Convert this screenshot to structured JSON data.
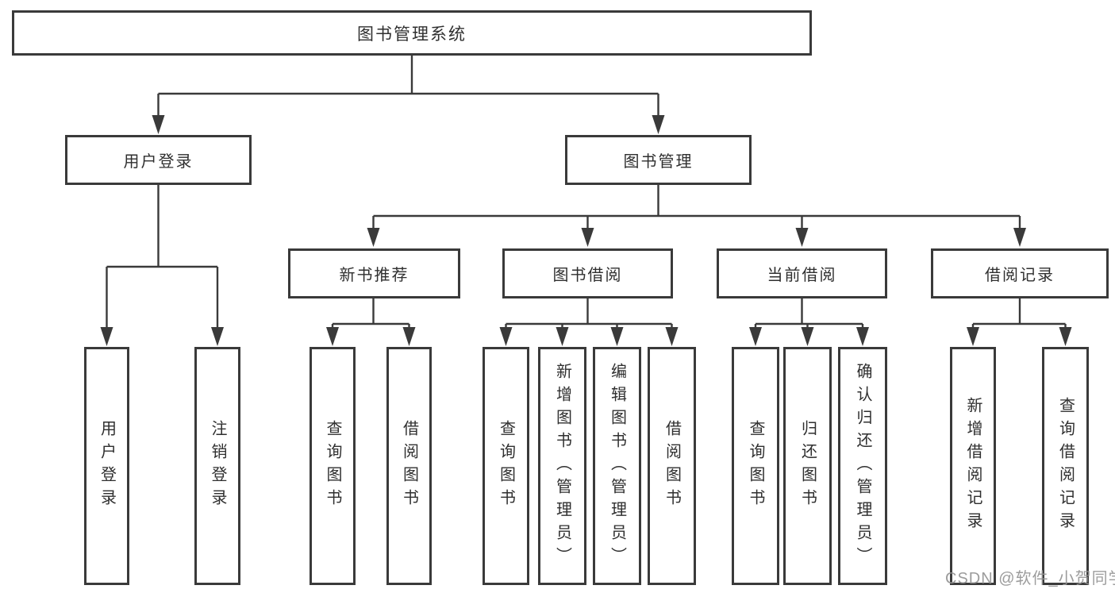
{
  "diagram_title": "图书管理系统",
  "tree": {
    "label": "图书管理系统",
    "children": [
      {
        "label": "用户登录",
        "children": [
          {
            "label": "用户登录"
          },
          {
            "label": "注销登录"
          }
        ]
      },
      {
        "label": "图书管理",
        "children": [
          {
            "label": "新书推荐",
            "children": [
              {
                "label": "查询图书"
              },
              {
                "label": "借阅图书"
              }
            ]
          },
          {
            "label": "图书借阅",
            "children": [
              {
                "label": "查询图书"
              },
              {
                "label": "新增图书（管理员）"
              },
              {
                "label": "编辑图书（管理员）"
              },
              {
                "label": "借阅图书"
              }
            ]
          },
          {
            "label": "当前借阅",
            "children": [
              {
                "label": "查询图书"
              },
              {
                "label": "归还图书"
              },
              {
                "label": "确认归还（管理员）"
              }
            ]
          },
          {
            "label": "借阅记录",
            "children": [
              {
                "label": "新增借阅记录"
              },
              {
                "label": "查询借阅记录"
              }
            ]
          }
        ]
      }
    ]
  },
  "watermark": {
    "text": "CSDN @软件_小贺同学"
  },
  "colors": {
    "line": "#3a3a3a",
    "box_border": "#3a3a3a",
    "text": "#2f2f2f",
    "background": "#ffffff",
    "watermark": "#949494"
  }
}
